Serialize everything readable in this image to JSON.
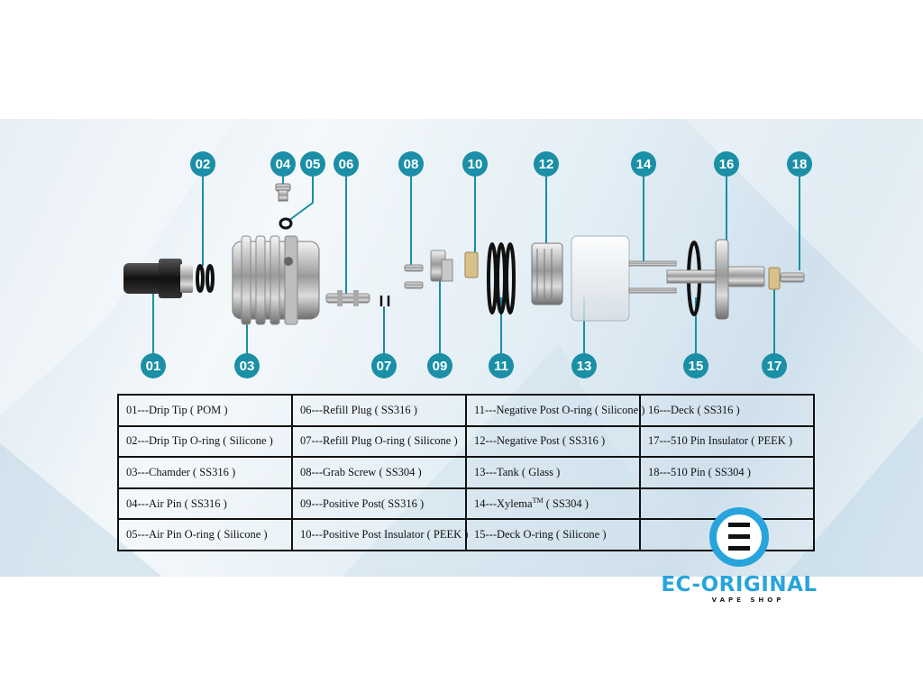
{
  "diagram": {
    "callouts": [
      "01",
      "02",
      "03",
      "04",
      "05",
      "06",
      "07",
      "08",
      "09",
      "10",
      "11",
      "12",
      "13",
      "14",
      "15",
      "16",
      "17",
      "18"
    ],
    "callout_color": "#1a8fa6"
  },
  "legend": {
    "rows": [
      [
        "01---Drip Tip ( POM )",
        "06---Refill Plug ( SS316 )",
        "11---Negative Post O-ring ( Silicone )",
        "16---Deck ( SS316 )"
      ],
      [
        "02---Drip Tip O-ring ( Silicone )",
        "07---Refill Plug O-ring ( Silicone )",
        "12---Negative Post ( SS316 )",
        "17---510 Pin Insulator ( PEEK )"
      ],
      [
        "03---Chamder ( SS316 )",
        "08---Grab Screw ( SS304 )",
        "13---Tank ( Glass )",
        "18---510 Pin ( SS304 )"
      ],
      [
        "04---Air Pin ( SS316 )",
        "09---Positive Post( SS316 )",
        "",
        ""
      ],
      [
        "05---Air Pin O-ring ( Silicone )",
        "10---Positive Post Insulator ( PEEK )",
        "15---Deck O-ring ( Silicone )",
        ""
      ]
    ],
    "row4_col3": {
      "before": "14---Xylema",
      "superscript": "TM",
      "after": " ( SS304 )"
    }
  },
  "logo": {
    "name": "EC-ORIGINAL",
    "tagline": "VAPE SHOP",
    "color": "#28a4dc"
  }
}
